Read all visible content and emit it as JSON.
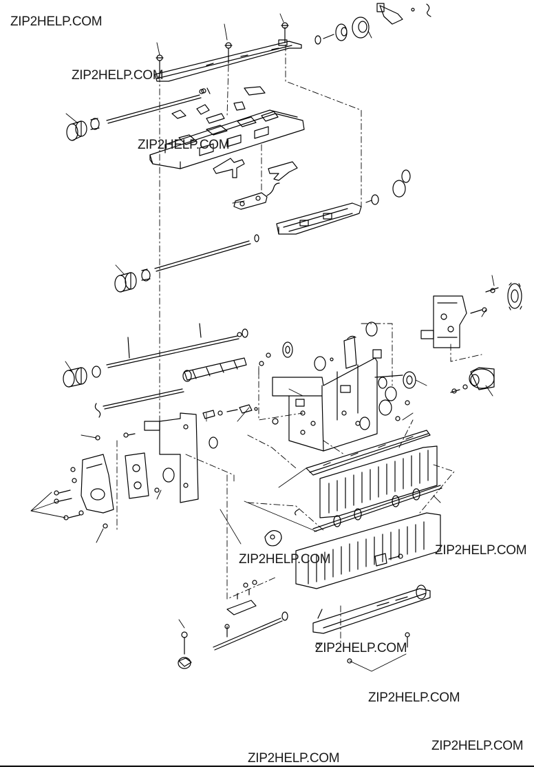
{
  "page": {
    "background": "#ffffff",
    "line_color": "#000000"
  },
  "watermarks": [
    "ZIP2HELP.COM",
    "ZIP2HELP.COM",
    "ZIP2HELP.COM",
    "ZIP2HELP.COM",
    "ZIP2HELP.COM",
    "ZIP2HELP.COM",
    "ZIP2HELP.COM",
    "ZIP2HELP.COM",
    "ZIP2HELP.COM"
  ]
}
